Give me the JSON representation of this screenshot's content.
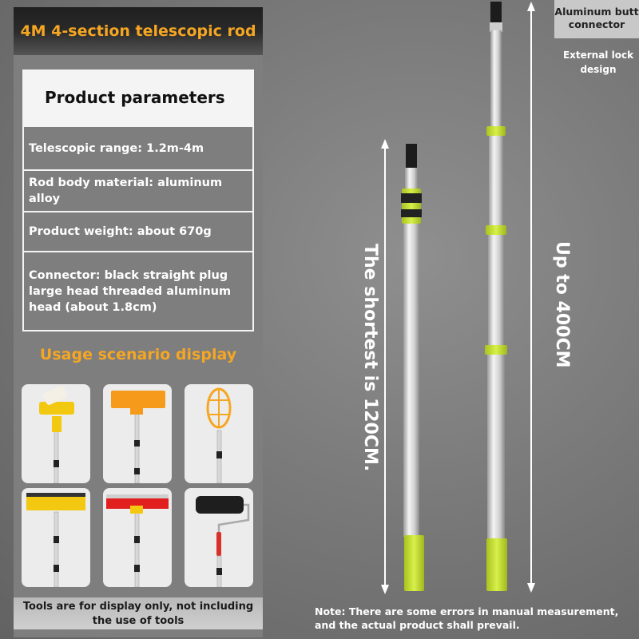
{
  "title": "4M 4-section telescopic rod",
  "params": {
    "heading": "Product parameters",
    "rows": [
      "Telescopic range: 1.2m-4m",
      "Rod body material: aluminum alloy",
      "Product weight: about 670g",
      "Connector: black straight plug large head threaded aluminum head (about 1.8cm)"
    ]
  },
  "usage": {
    "title": "Usage scenario display",
    "tiles": [
      "paint-roller-tool",
      "flat-mop-tool",
      "fruit-picker-tool",
      "squeegee-tool",
      "red-squeegee-tool",
      "foam-roller-tool"
    ]
  },
  "footer_note": "Tools are for display only, not including the use of tools",
  "right": {
    "connector_tag": "Aluminum butt connector",
    "lock_note": "External lock design",
    "shortest_label": "The shortest is 120CM.",
    "longest_label": "Up to 400CM",
    "bottom_note": "Note: There are some errors in manual measurement, and the actual product shall prevail."
  },
  "colors": {
    "accent": "#f5a623",
    "lime": "#c8e63c"
  }
}
